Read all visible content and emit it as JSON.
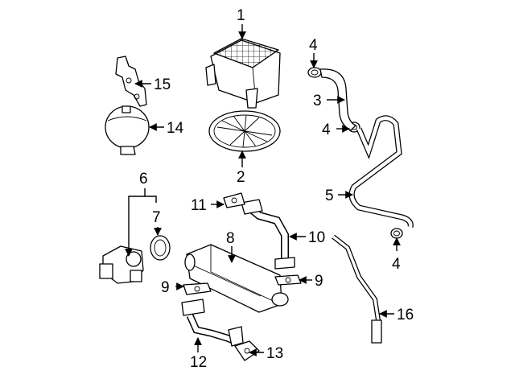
{
  "callouts": {
    "part_1": "1",
    "part_2": "2",
    "part_3": "3",
    "part_4": "4",
    "part_5": "5",
    "part_6": "6",
    "part_7": "7",
    "part_8": "8",
    "part_9": "9",
    "part_10": "10",
    "part_11": "11",
    "part_12": "12",
    "part_13": "13",
    "part_14": "14",
    "part_15": "15",
    "part_16": "16"
  },
  "colors": {
    "line": "#000000",
    "background": "#ffffff"
  }
}
